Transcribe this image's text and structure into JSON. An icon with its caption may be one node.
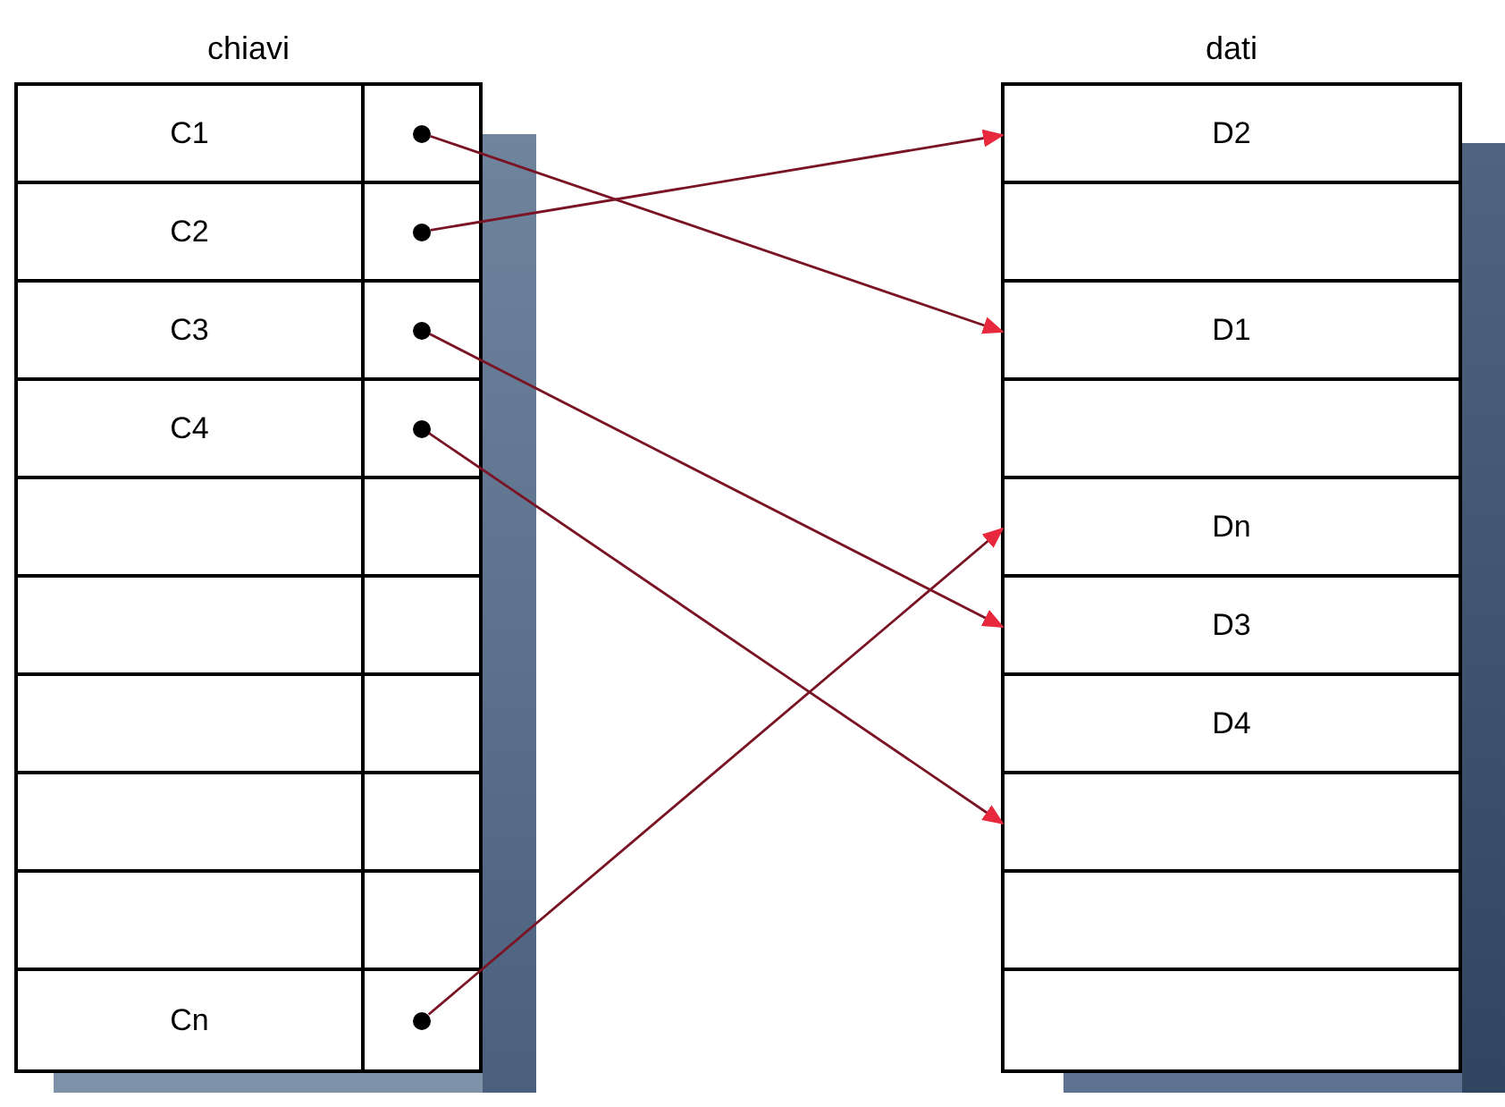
{
  "diagram": {
    "nodes": [
      {
        "text": [
          "chiavi"
        ]
      },
      {
        "text": [
          "C1"
        ],
        "in": 0
      },
      {
        "text": [],
        "shape": "circle",
        "in": 1
      },
      {
        "text": [
          "C2"
        ],
        "in": 0
      },
      {
        "text": [],
        "shape": "circle",
        "in": 3
      },
      {
        "text": [
          "C3"
        ],
        "in": 0
      },
      {
        "text": [],
        "shape": "circle",
        "in": 5
      },
      {
        "text": [
          "C4"
        ],
        "in": 0
      },
      {
        "text": [],
        "shape": "circle",
        "in": 7
      },
      {
        "text": [],
        "shape": "box",
        "in": 0
      },
      {
        "text": [],
        "shape": "box",
        "in": 0
      },
      {
        "text": [],
        "shape": "box",
        "in": 0
      },
      {
        "text": [],
        "shape": "box",
        "in": 0
      },
      {
        "text": [],
        "shape": "box",
        "in": 0
      },
      {
        "text": [
          "Cn"
        ],
        "in": 0
      },
      {
        "text": [],
        "shape": "circle",
        "in": 14
      },
      {
        "text": [
          "dati"
        ]
      },
      {
        "text": [
          "D2"
        ],
        "in": 16
      },
      {
        "text": [],
        "shape": "box",
        "in": 16
      },
      {
        "text": [
          "D1"
        ],
        "in": 16
      },
      {
        "text": [],
        "shape": "box",
        "in": 16
      },
      {
        "text": [
          "Dn"
        ],
        "in": 16
      },
      {
        "text": [
          "D3"
        ],
        "in": 16
      },
      {
        "text": [
          "D4"
        ],
        "in": 16
      },
      {
        "text": [],
        "shape": "box",
        "in": 16
      },
      {
        "text": [],
        "shape": "box",
        "in": 16
      },
      {
        "text": [],
        "shape": "box",
        "in": 16
      }
    ],
    "edges": [
      {
        "from": 2,
        "to": 19,
        "arrow": "to"
      },
      {
        "from": 4,
        "to": 17,
        "arrow": "to"
      },
      {
        "from": 6,
        "to": 22,
        "arrow": "to"
      },
      {
        "from": 8,
        "to": 24,
        "arrow": "to"
      },
      {
        "from": 15,
        "to": 21,
        "arrow": "to"
      }
    ]
  }
}
